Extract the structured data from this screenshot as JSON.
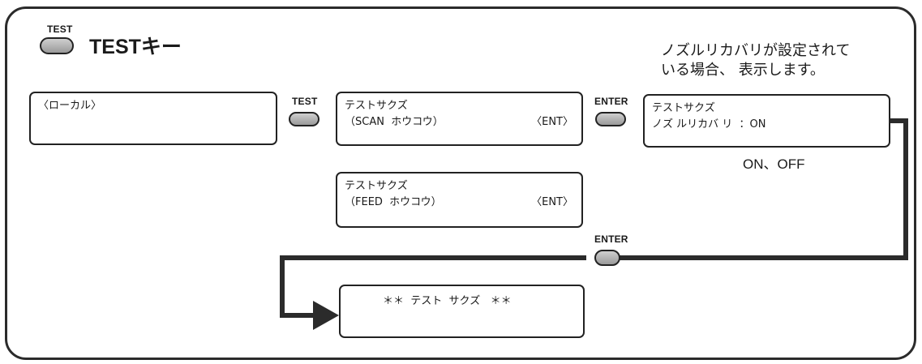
{
  "header": {
    "key_label": "TEST",
    "title": "TESTキー",
    "note_line1": "ノズルリカバリが設定されて",
    "note_line2": "いる場合、 表示します。"
  },
  "screens": {
    "local": {
      "line1": "〈ローカル〉"
    },
    "scan": {
      "line1": "テストサクズ",
      "line2": "（SCAN  ホウコウ）",
      "line2_right": "〈ENT〉"
    },
    "feed": {
      "line1": "テストサクズ",
      "line2": "（FEED  ホウコウ）",
      "line2_right": "〈ENT〉"
    },
    "recovery": {
      "line1": "テストサクズ",
      "line2": "ノズ ルリカバ リ  ：ON"
    },
    "running": {
      "line1": "＊＊  テスト  サクズ   ＊＊"
    }
  },
  "keys": {
    "test": "TEST",
    "enter1": "ENTER",
    "enter2": "ENTER"
  },
  "options_text": "ON、OFF",
  "colors": {
    "line": "#2b2b2b",
    "key_fill": "#b4b4b4"
  }
}
